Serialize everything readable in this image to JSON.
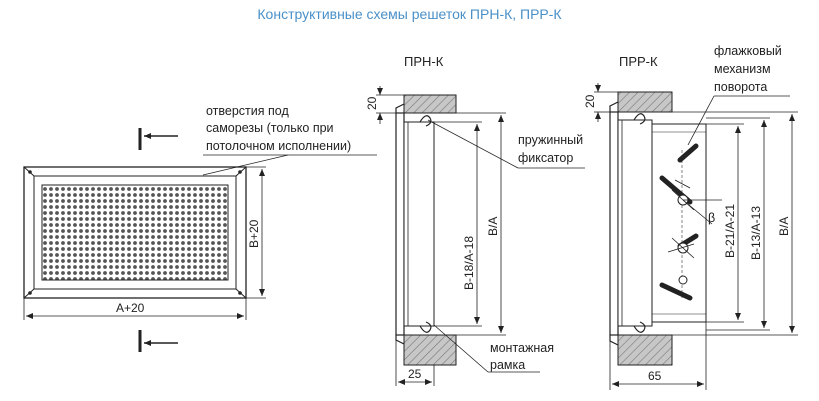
{
  "title": "Конструктивные схемы решеток ПРН-К, ПРР-К",
  "views": {
    "prn": "ПРН-К",
    "prr": "ПРР-К"
  },
  "annotations": {
    "holes": [
      "отверстия под",
      "саморезы (только при",
      "потолочном исполнении)"
    ],
    "spring": [
      "пружинный",
      "фиксатор"
    ],
    "flag": [
      "флажковый",
      "механизм",
      "поворота"
    ],
    "frame": [
      "монтажная",
      "рамка"
    ],
    "beta": "β"
  },
  "dimensions": {
    "front_width": "А+20",
    "front_height": "В+20",
    "prn_top": "20",
    "prn_inner": "В-18/А-18",
    "prn_outer": "В/А",
    "prn_depth": "25",
    "prr_top": "20",
    "prr_inner1": "В-21/А-21",
    "prr_inner2": "В-13/А-13",
    "prr_outer": "В/А",
    "prr_depth": "65"
  },
  "colors": {
    "title": "#4a90c8",
    "line": "#222222",
    "hatch_fill": "#bdbdbd"
  }
}
